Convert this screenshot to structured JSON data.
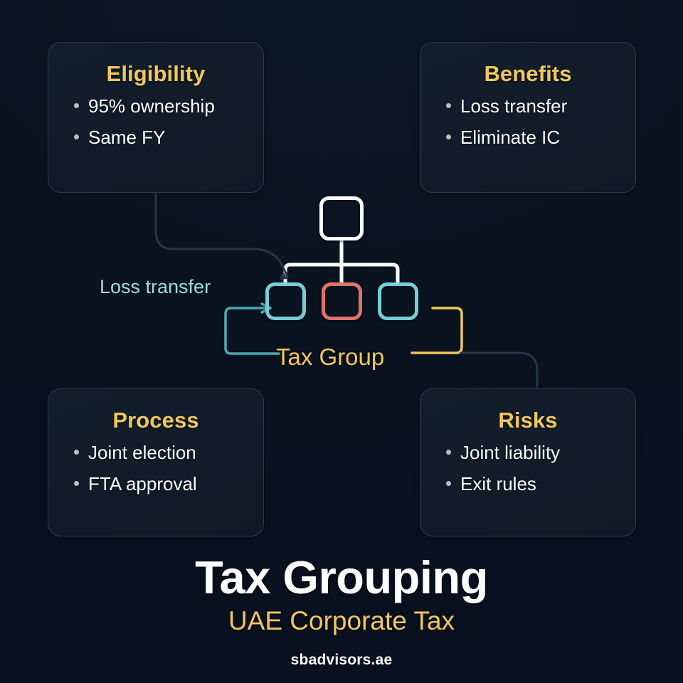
{
  "background_color": "#0a1320",
  "accent_color": "#f2c75c",
  "teal_color": "#76ced6",
  "red_color": "#e0736b",
  "cards": [
    {
      "key": "eligibility",
      "title": "Eligibility",
      "items": [
        "95% ownership",
        "Same FY"
      ]
    },
    {
      "key": "benefits",
      "title": "Benefits",
      "items": [
        "Loss transfer",
        "Eliminate IC"
      ]
    },
    {
      "key": "process",
      "title": "Process",
      "items": [
        "Joint election",
        "FTA approval"
      ]
    },
    {
      "key": "risks",
      "title": "Risks",
      "items": [
        "Joint liability",
        "Exit rules"
      ]
    }
  ],
  "diagram": {
    "parent_node_label": "",
    "child_nodes": [
      {
        "color": "#76ced6"
      },
      {
        "color": "#e0736b"
      },
      {
        "color": "#76ced6"
      }
    ],
    "annotation_left": "Loss transfer",
    "group_label": "Tax Group"
  },
  "footer": {
    "title": "Tax Grouping",
    "subtitle": "UAE Corporate Tax",
    "site": "sbadvisors.ae"
  }
}
